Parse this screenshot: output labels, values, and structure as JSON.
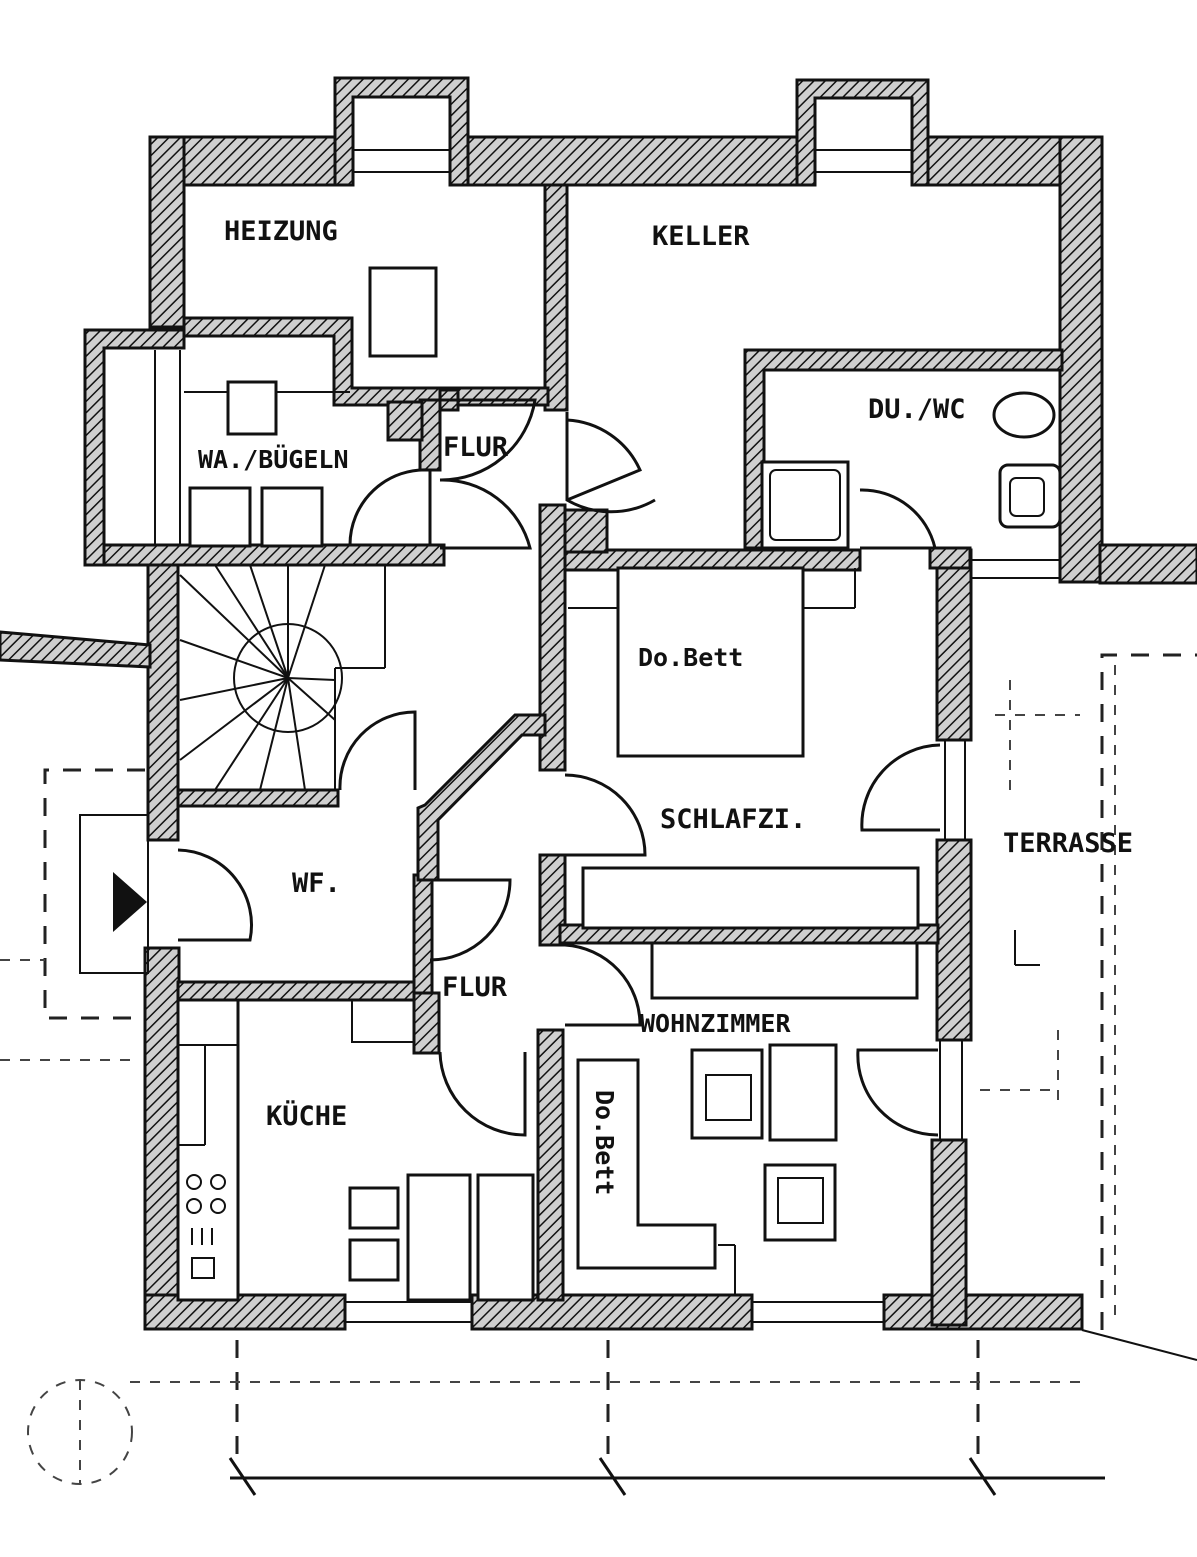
{
  "rooms": {
    "heizung": "HEIZUNG",
    "keller": "KELLER",
    "du_wc": "DU./WC",
    "wa_buegeln": "WA./BÜGELN",
    "flur_top": "FLUR",
    "do_bett_top": "Do.Bett",
    "schlafzi": "SCHLAFZI.",
    "terrasse": "TERRASSE",
    "wf": "WF.",
    "flur_bottom": "FLUR",
    "wohnzimmer": "WOHNZIMMER",
    "kueche": "KÜCHE",
    "do_bett_bottom": "Do.Bett"
  },
  "symbols": {
    "wall_hatch": "diagonal-hatch",
    "entrance": "arrow-right-icon",
    "north_marker": "dashed-circle"
  },
  "colors": {
    "ink": "#111111",
    "paper": "#ffffff"
  }
}
